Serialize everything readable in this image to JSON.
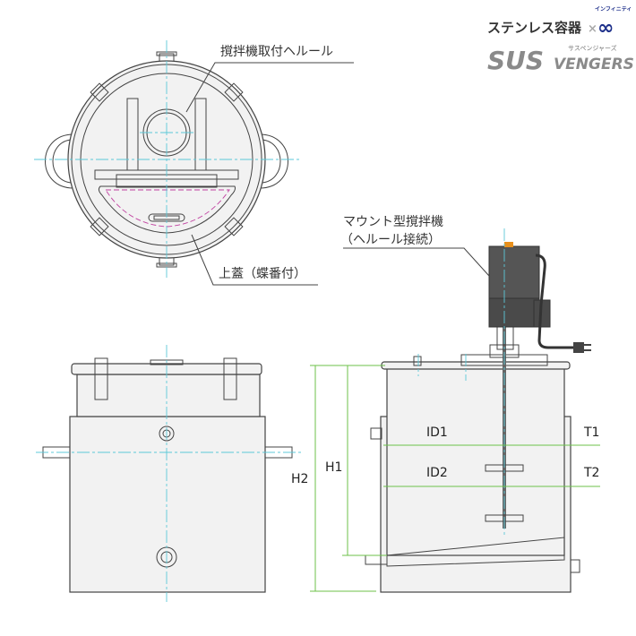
{
  "logo": {
    "brand_jp": "ステンレス容器",
    "cross": "×",
    "infinity_reading": "インフィニティ",
    "infinity_symbol": "∞",
    "sus": "SUS",
    "vengers": "VENGERS",
    "vengers_reading": "サスペンジャーズ",
    "accent_color": "#1d2f8a"
  },
  "top_view": {
    "ferrule_label": "撹拌機取付ヘルール",
    "lid_label": "上蓋（蝶番付）"
  },
  "side_view": {
    "mixer_label_line1": "マウント型撹拌機",
    "mixer_label_line2": "（ヘルール接続）",
    "dimensions": {
      "id1": "ID1",
      "id2": "ID2",
      "t1": "T1",
      "t2": "T2",
      "h1": "H1",
      "h2": "H2"
    }
  },
  "colors": {
    "centerline": "#5cc8d8",
    "dimension": "#6cc24a",
    "motor": "#555555",
    "gasket": "#c040a0"
  }
}
